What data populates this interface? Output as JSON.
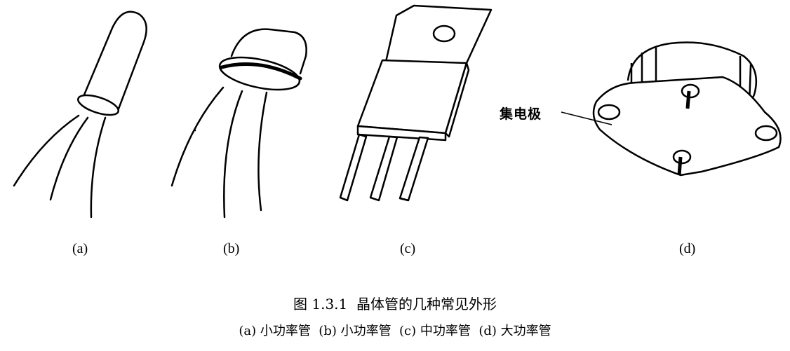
{
  "labels": {
    "a": "(a)",
    "b": "(b)",
    "c": "(c)",
    "d": "(d)"
  },
  "callout": "集电极",
  "caption": {
    "title": "图 1.3.1  晶体管的几种常见外形",
    "subtitle": "(a) 小功率管  (b) 小功率管  (c) 中功率管  (d) 大功率管"
  }
}
